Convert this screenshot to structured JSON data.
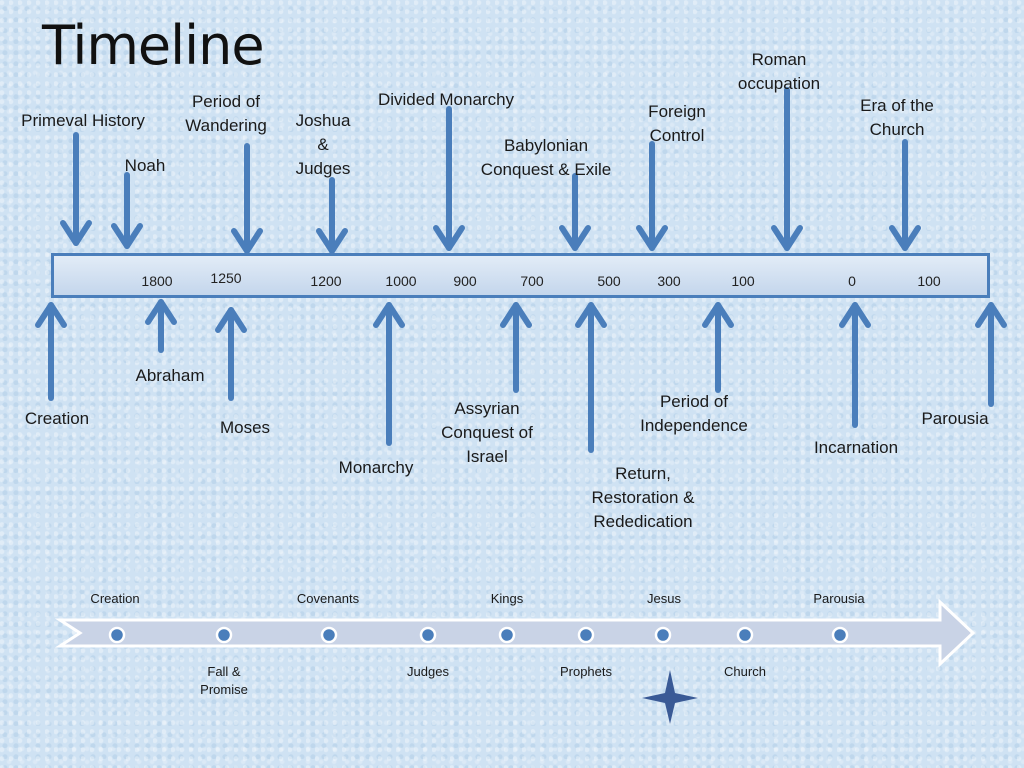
{
  "title": "Timeline",
  "top_events": [
    {
      "label": "Primeval History"
    },
    {
      "label": "Noah"
    },
    {
      "label": "Period of\nWandering"
    },
    {
      "label": "Joshua\n&\nJudges"
    },
    {
      "label": "Divided Monarchy"
    },
    {
      "label": "Babylonian\nConquest & Exile"
    },
    {
      "label": "Foreign\nControl"
    },
    {
      "label": "Roman\noccupation"
    },
    {
      "label": "Era of the\nChurch"
    }
  ],
  "bottom_events": [
    {
      "label": "Creation"
    },
    {
      "label": "Abraham"
    },
    {
      "label": "Moses"
    },
    {
      "label": "Monarchy"
    },
    {
      "label": "Assyrian\nConquest of\nIsrael"
    },
    {
      "label": "Return,\nRestoration &\nRededication"
    },
    {
      "label": "Period of\nIndependence"
    },
    {
      "label": "Incarnation"
    },
    {
      "label": "Parousia"
    }
  ],
  "years": [
    "1800",
    "1250",
    "1200",
    "1000",
    "900",
    "700",
    "500",
    "300",
    "100",
    "0",
    "100"
  ],
  "overview": {
    "above": [
      "Creation",
      "Covenants",
      "Kings",
      "Jesus",
      "Parousia"
    ],
    "below": [
      "Fall &\nPromise",
      "Judges",
      "Prophets",
      "Church"
    ]
  },
  "colors": {
    "arrow": "#4a7ebb",
    "bar_border": "#4a7ebb",
    "dot": "#4a7ebb",
    "band": "#c9d3e6",
    "star": "#3a5a96"
  }
}
